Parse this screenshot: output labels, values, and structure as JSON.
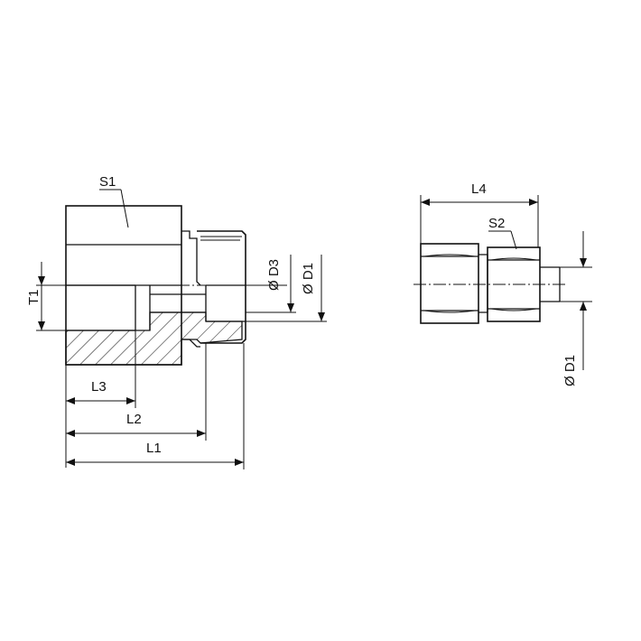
{
  "labels": {
    "s1": "S1",
    "s2": "S2",
    "t1": "T1",
    "d3": "Ø D3",
    "d1_left": "Ø D1",
    "d1_right": "Ø D1",
    "l1": "L1",
    "l2": "L2",
    "l3": "L3",
    "l4": "L4"
  }
}
